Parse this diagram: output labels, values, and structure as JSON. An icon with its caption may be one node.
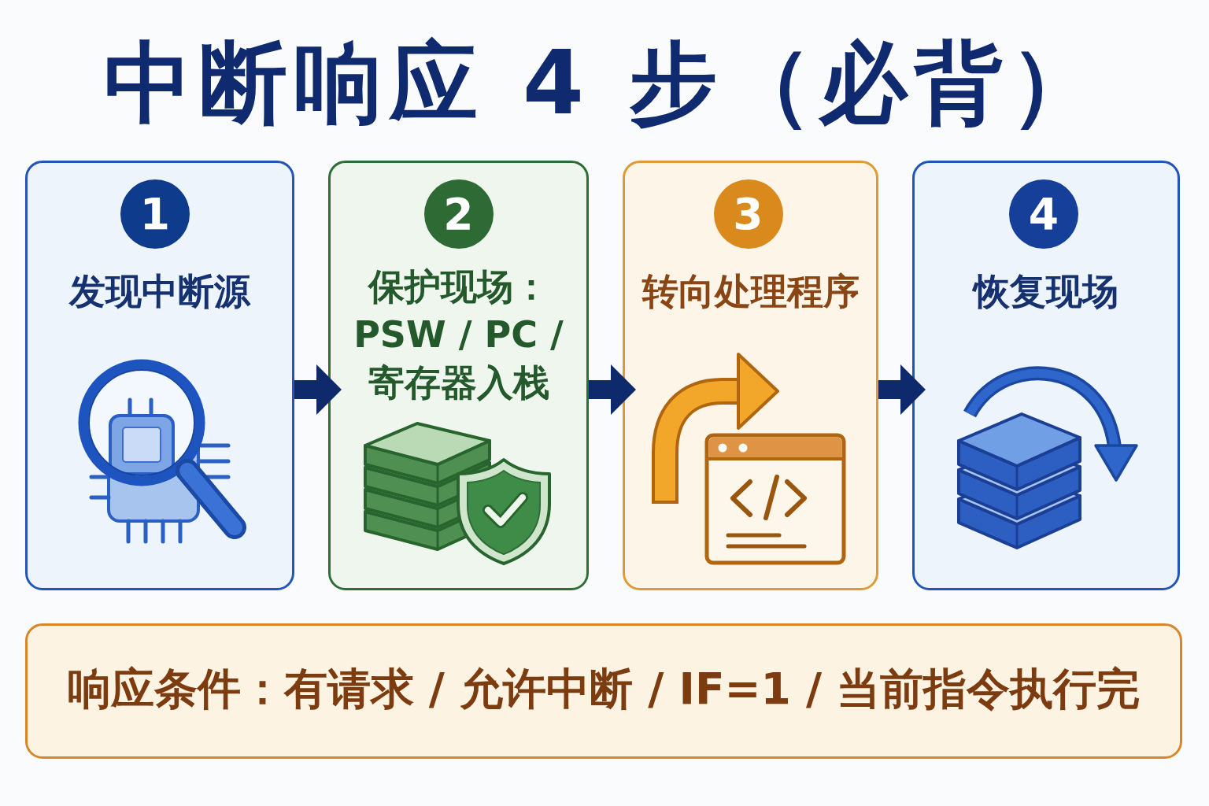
{
  "diagram": {
    "title": "中断响应 4 步（必背）",
    "nodes": [
      {
        "text": [
          "发现中断源"
        ]
      },
      {
        "text": [
          "1"
        ],
        "in": 0
      },
      {
        "text": [
          "保护现场：PSW / PC / 寄存器入栈"
        ]
      },
      {
        "text": [
          "2"
        ],
        "in": 2
      },
      {
        "text": [
          "转向处理程序"
        ]
      },
      {
        "text": [
          "3"
        ],
        "in": 4
      },
      {
        "text": [
          "恢复现场"
        ]
      },
      {
        "text": [
          "4"
        ],
        "in": 6
      },
      {
        "text": [
          "响应条件：有请求 / 允许中断 / IF=1 / 当前指令执行完"
        ]
      }
    ],
    "edges": [
      {
        "from": 0,
        "to": 2,
        "arrow": "to"
      },
      {
        "from": 2,
        "to": 4,
        "arrow": "to"
      },
      {
        "from": 4,
        "to": 6,
        "arrow": "to"
      }
    ]
  }
}
